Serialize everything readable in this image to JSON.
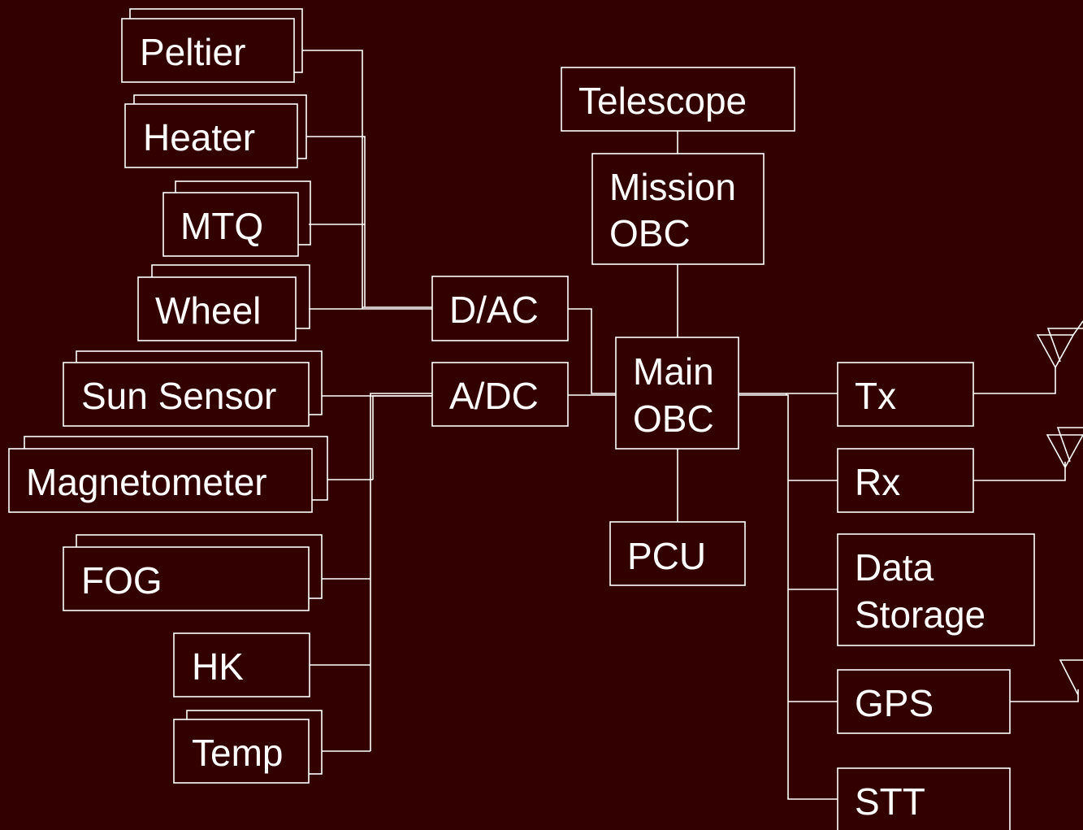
{
  "colors": {
    "background": "#330000",
    "foreground": "#ffffff"
  },
  "left_outputs": {
    "peltier": "Peltier",
    "heater": "Heater",
    "mtq": "MTQ",
    "wheel": "Wheel"
  },
  "left_inputs": {
    "sun_sensor": "Sun Sensor",
    "magnetometer": "Magnetometer",
    "fog": "FOG",
    "hk": "HK",
    "temp": "Temp"
  },
  "converters": {
    "dac": "D/AC",
    "adc": "A/DC"
  },
  "core": {
    "telescope": "Telescope",
    "mission_obc": [
      "Mission",
      "OBC"
    ],
    "main_obc": [
      "Main",
      "OBC"
    ],
    "pcu": "PCU"
  },
  "right": {
    "tx": "Tx",
    "rx": "Rx",
    "data_storage": [
      "Data",
      "Storage"
    ],
    "gps": "GPS",
    "stt": "STT"
  },
  "icons": {
    "antenna": "antenna-icon"
  }
}
